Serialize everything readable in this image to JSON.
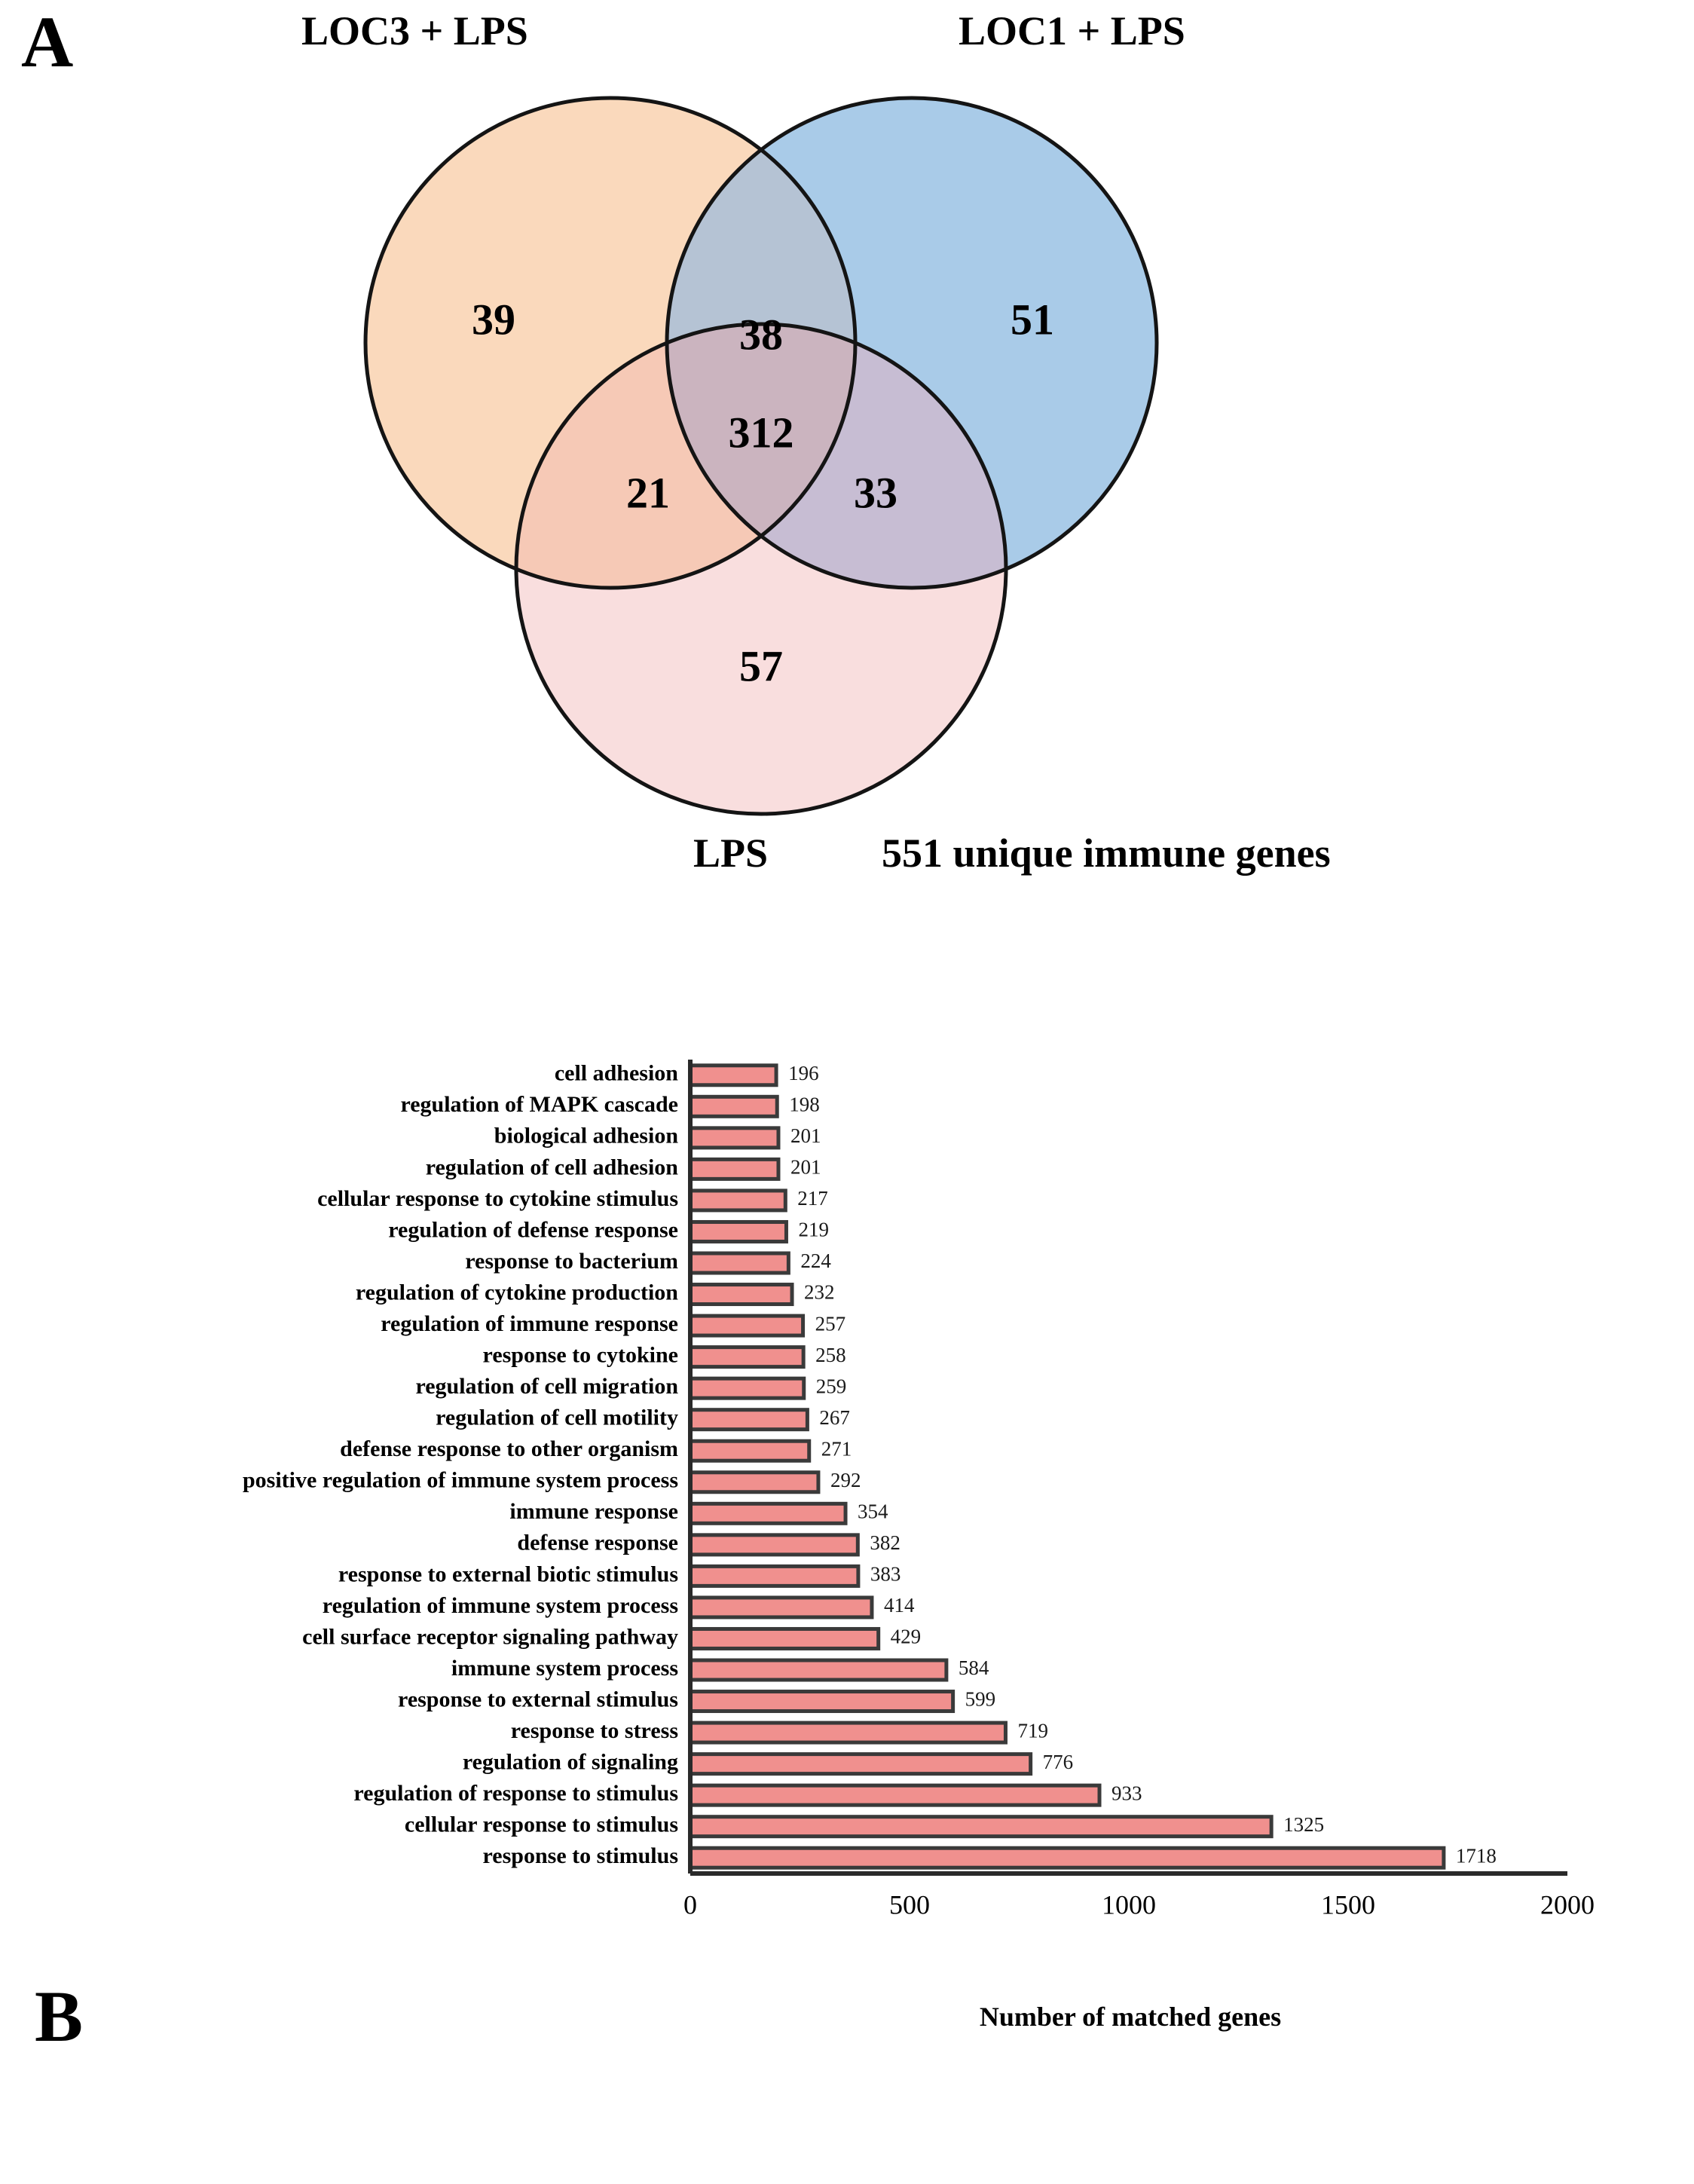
{
  "figure": {
    "panel_a_letter": "A",
    "panel_b_letter": "B"
  },
  "venn": {
    "title_top_left": "LOC3 + LPS",
    "title_top_right": "LOC1 + LPS",
    "title_bottom": "LPS",
    "caption": "551 unique immune genes",
    "colors": {
      "set_loc3": "#FAD9BC",
      "set_loc1": "#A9CBE8",
      "set_lps": "#F9DEDE",
      "overlap_loc3_loc1": "#B5C3D4",
      "overlap_loc3_lps": "#F6C9B6",
      "overlap_loc1_lps": "#C7BDD3",
      "overlap_all": "#CBB4BF",
      "stroke": "#1a1a1a"
    },
    "regions": [
      {
        "name": "loc3-only",
        "label": "39",
        "value": 39
      },
      {
        "name": "loc3-loc1",
        "label": "38",
        "value": 38
      },
      {
        "name": "loc1-only",
        "label": "51",
        "value": 51
      },
      {
        "name": "loc3-lps",
        "label": "21",
        "value": 21
      },
      {
        "name": "all-three",
        "label": "312",
        "value": 312
      },
      {
        "name": "loc1-lps",
        "label": "33",
        "value": 33
      },
      {
        "name": "lps-only",
        "label": "57",
        "value": 57
      }
    ]
  },
  "chart_data": {
    "type": "bar",
    "orientation": "horizontal",
    "title": "",
    "xlabel": "Number of matched genes",
    "ylabel": "",
    "xlim": [
      0,
      2000
    ],
    "xticks": [
      0,
      500,
      1000,
      1500,
      2000
    ],
    "xtick_labels": [
      "0",
      "500",
      "1000",
      "1500",
      "2000"
    ],
    "grid": false,
    "legend": null,
    "bar_color": "#F0908E",
    "bar_edge_color": "#3a3a3a",
    "categories": [
      "cell adhesion",
      "regulation of MAPK cascade",
      "biological adhesion",
      "regulation of cell adhesion",
      "cellular response to cytokine stimulus",
      "regulation of defense response",
      "response to bacterium",
      "regulation of cytokine production",
      "regulation of immune response",
      "response to cytokine",
      "regulation of cell migration",
      "regulation of cell motility",
      "defense response to other organism",
      "positive regulation of immune system process",
      "immune response",
      "defense response",
      "response to external biotic stimulus",
      "regulation of immune system process",
      "cell surface receptor signaling pathway",
      "immune system process",
      "response to external stimulus",
      "response to stress",
      "regulation of signaling",
      "regulation of response to stimulus",
      "cellular response to stimulus",
      "response to stimulus"
    ],
    "values": [
      196,
      198,
      201,
      201,
      217,
      219,
      224,
      232,
      257,
      258,
      259,
      267,
      271,
      292,
      354,
      382,
      383,
      414,
      429,
      584,
      599,
      719,
      776,
      933,
      1325,
      1718
    ],
    "value_labels": [
      "196",
      "198",
      "201",
      "201",
      "217",
      "219",
      "224",
      "232",
      "257",
      "258",
      "259",
      "267",
      "271",
      "292",
      "354",
      "382",
      "383",
      "414",
      "429",
      "584",
      "599",
      "719",
      "776",
      "933",
      "1325",
      "1718"
    ]
  }
}
